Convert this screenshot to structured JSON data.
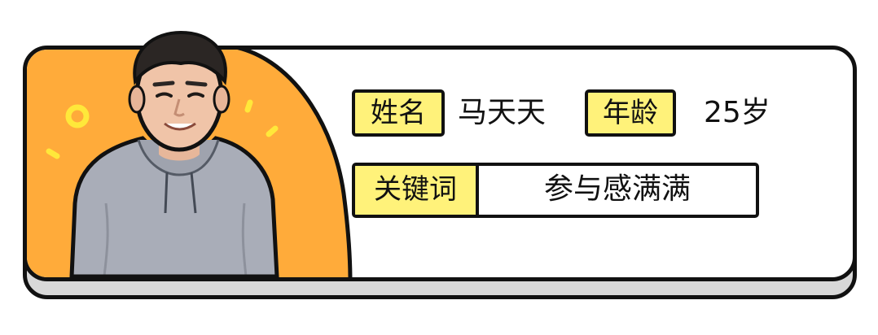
{
  "profile": {
    "name_label": "姓名",
    "name_value": "马天天",
    "age_label": "年龄",
    "age_value": "25岁",
    "keyword_label": "关键词",
    "keyword_value": "参与感满满"
  },
  "colors": {
    "accent_orange": "#ffab3a",
    "label_yellow": "#fff27a",
    "outline": "#111111",
    "shadow_gray": "#d8d8d8",
    "decor_yellow": "#ffe83a"
  },
  "icons": {
    "portrait": "person-photo",
    "decor_ring": "ring-icon",
    "decor_dash": "dash-icon"
  }
}
